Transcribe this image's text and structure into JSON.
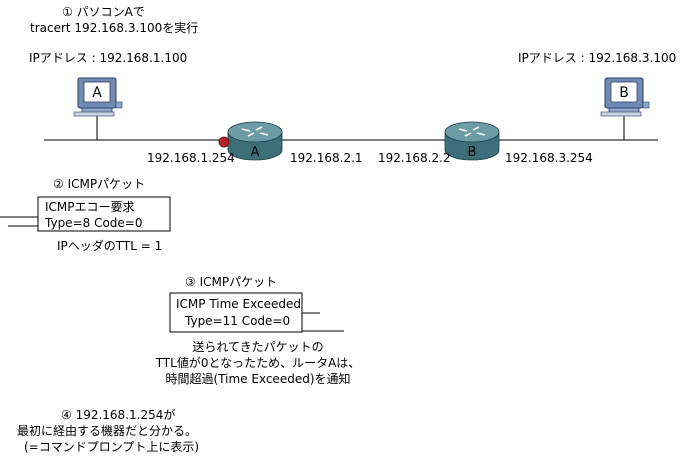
{
  "step1": {
    "label": "① パソコンAで",
    "line2": "tracert 192.168.3.100を実行"
  },
  "hostA": {
    "name": "A",
    "ip_label": "IPアドレス : 192.168.1.100"
  },
  "hostB": {
    "name": "B",
    "ip_label": "IPアドレス : 192.168.3.100"
  },
  "routerA": {
    "name": "A",
    "left_ip": "192.168.1.254",
    "right_ip": "192.168.2.1"
  },
  "routerB": {
    "name": "B",
    "left_ip": "192.168.2.2",
    "right_ip": "192.168.3.254"
  },
  "step2": {
    "label": "② ICMPパケット",
    "packet_line1": "ICMPエコー要求",
    "packet_line2": "Type=8  Code=0",
    "ip_header": "IPヘッダのTTL = 1"
  },
  "step3": {
    "label": "③ ICMPパケット",
    "packet_line1": "ICMP Time Exceeded",
    "packet_line2": "Type=11  Code=0",
    "desc_line1": "送られてきたパケットの",
    "desc_line2": "TTL値が0となったため、ルータAは、",
    "desc_line3": "時間超過(Time Exceeded)を通知"
  },
  "step4": {
    "line1": "④ 192.168.1.254が",
    "line2": "最初に経由する機器だと分かる。",
    "line3": "(=コマンドプロンプト上に表示)"
  },
  "colors": {
    "router": "#4f7f8a",
    "monitor": "#6f8ab5",
    "dot": "#b3262a"
  }
}
